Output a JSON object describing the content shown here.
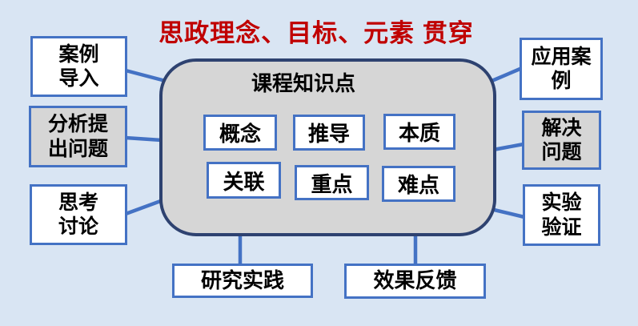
{
  "title": "思政理念、目标、元素 贯穿",
  "center": {
    "label": "课程知识点",
    "items": [
      "概念",
      "推导",
      "本质",
      "关联",
      "重点",
      "难点"
    ]
  },
  "left_boxes": [
    {
      "label": "案例\n导入"
    },
    {
      "label": "分析提\n出问题"
    },
    {
      "label": "思考\n讨论"
    }
  ],
  "right_boxes": [
    {
      "label": "应用案\n例"
    },
    {
      "label": "解决\n问题"
    },
    {
      "label": "实验\n验证"
    }
  ],
  "bottom_boxes": [
    {
      "label": "研究实践"
    },
    {
      "label": "效果反馈"
    }
  ],
  "colors": {
    "background": "#d9e5f3",
    "accent_blue": "#4472c4",
    "dark_border": "#2e4270",
    "gray_fill": "#d6d6d6",
    "title_red": "#c00000",
    "box_fill": "#ffffff",
    "text": "#000000"
  }
}
